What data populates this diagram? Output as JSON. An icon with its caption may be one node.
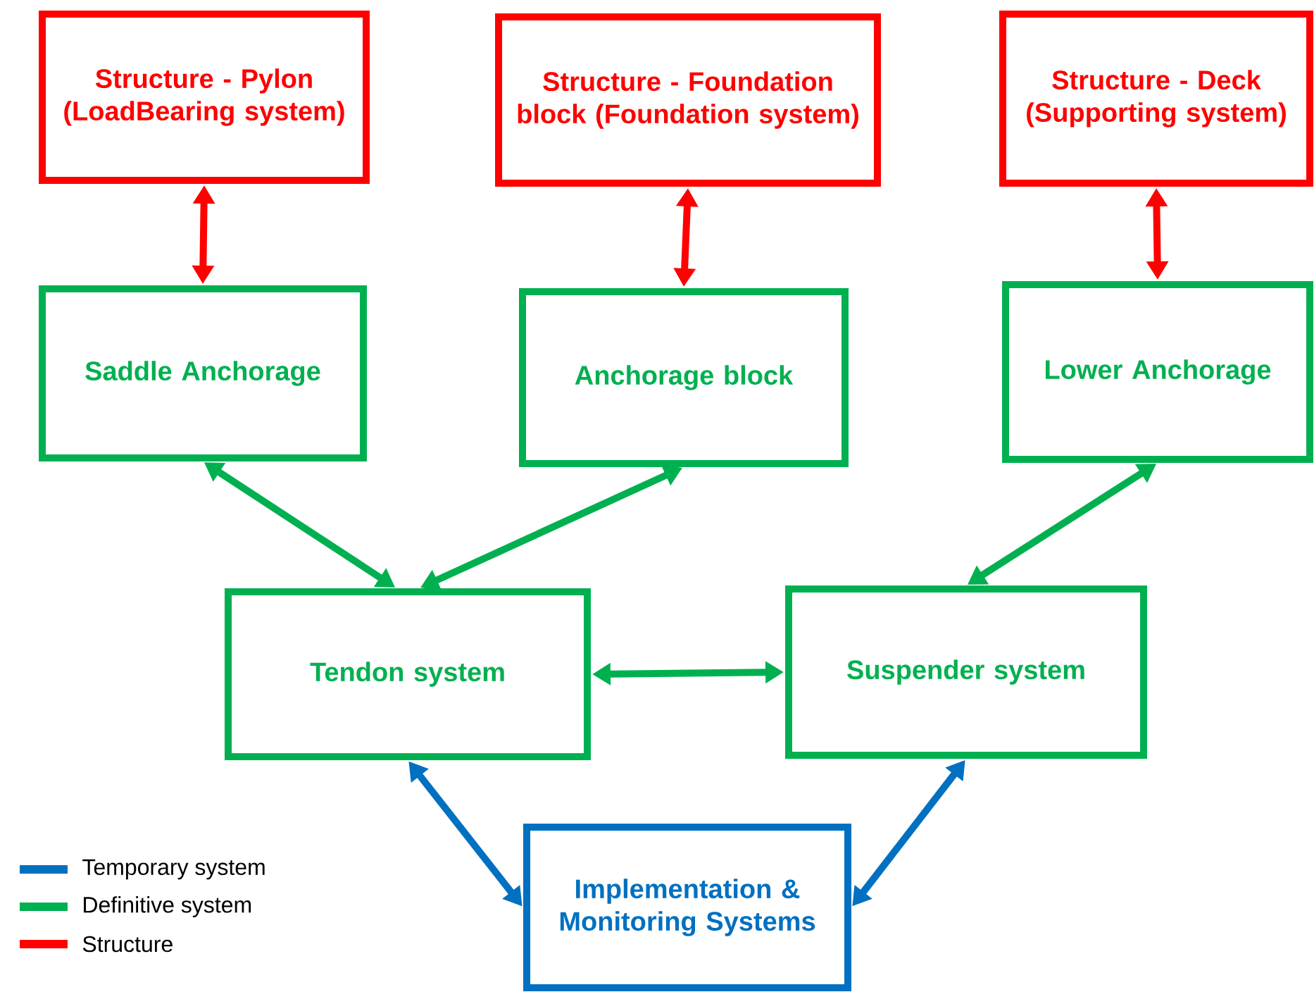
{
  "diagram": {
    "nodes": [
      {
        "text": [
          "Structure - Pylon (LoadBearing system)"
        ]
      },
      {
        "text": [
          "Structure - Foundation block (Foundation system)"
        ]
      },
      {
        "text": [
          "Structure - Deck (Supporting system)"
        ]
      },
      {
        "text": [
          "Saddle Anchorage"
        ]
      },
      {
        "text": [
          "Anchorage block"
        ]
      },
      {
        "text": [
          "Lower Anchorage"
        ]
      },
      {
        "text": [
          "Tendon system"
        ]
      },
      {
        "text": [
          "Suspender system"
        ]
      },
      {
        "text": [
          "Implementation & Monitoring Systems"
        ]
      }
    ],
    "edges": [
      {
        "from": 0,
        "to": 3,
        "arrow": "both",
        "color": "#ff0000"
      },
      {
        "from": 1,
        "to": 4,
        "arrow": "both",
        "color": "#ff0000"
      },
      {
        "from": 2,
        "to": 5,
        "arrow": "both",
        "color": "#ff0000"
      },
      {
        "from": 3,
        "to": 6,
        "arrow": "both"
      },
      {
        "from": 4,
        "to": 6,
        "arrow": "both"
      },
      {
        "from": 5,
        "to": 7,
        "arrow": "both"
      },
      {
        "from": 6,
        "to": 7,
        "arrow": "both"
      },
      {
        "from": 6,
        "to": 8,
        "arrow": "both",
        "color": "#0070c0"
      },
      {
        "from": 7,
        "to": 8,
        "arrow": "both",
        "color": "#0070c0"
      }
    ],
    "legend": [
      {
        "text": "Temporary system",
        "color": "#0070c0"
      },
      {
        "text": "Definitive system",
        "color": "#00b050"
      },
      {
        "text": "Structure",
        "color": "#ff0000"
      }
    ]
  }
}
